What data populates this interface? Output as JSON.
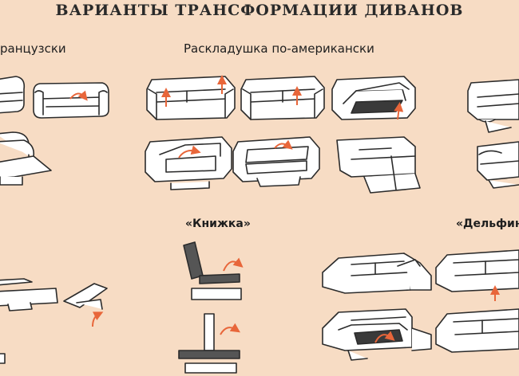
{
  "title": "ВАРИАНТЫ ТРАНСФОРМАЦИИ ДИВАНОВ",
  "sections": {
    "french": "ранцузски",
    "american": "Раскладушка по-американски",
    "book": "«Книжка»",
    "dolphin": "«Дельфин"
  },
  "colors": {
    "background": "#f7dcc4",
    "line": "#2b2b2b",
    "fill": "#ffffff",
    "dark_fill": "#555555",
    "arrow": "#e8663a"
  },
  "icons": {
    "arrow": "orange-curved-arrow",
    "sofa": "sofa-line-drawing"
  }
}
